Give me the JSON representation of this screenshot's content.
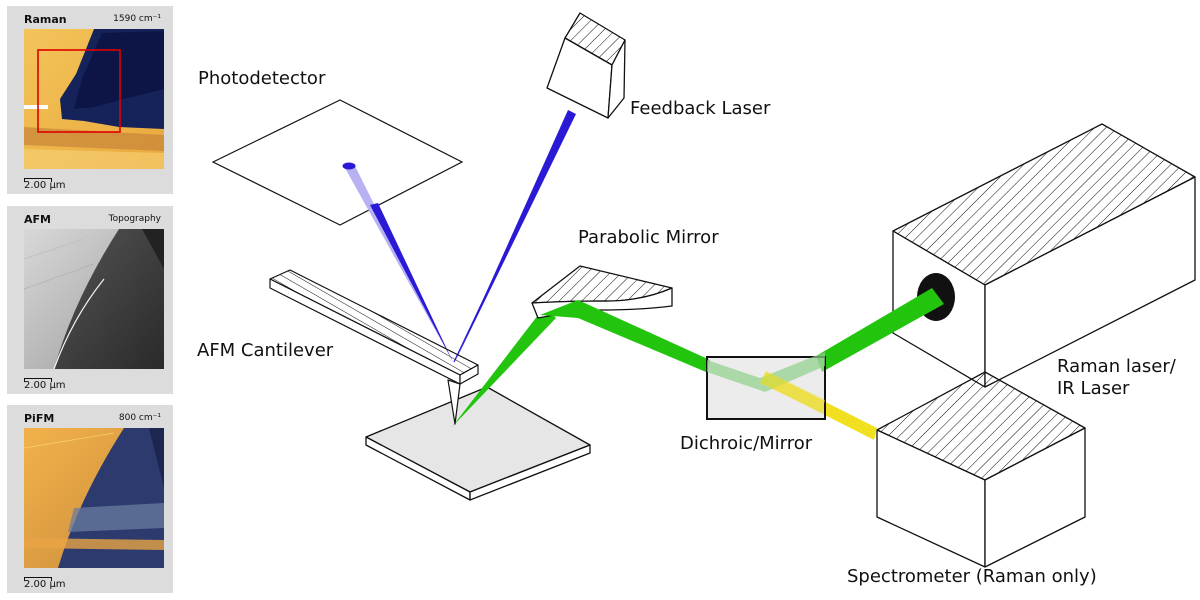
{
  "panels": [
    {
      "title": "Raman",
      "mode": "1590 cm⁻¹",
      "scale": "2.00 µm"
    },
    {
      "title": "AFM",
      "mode": "Topography",
      "scale": "2.00 µm"
    },
    {
      "title": "PiFM",
      "mode": "800 cm⁻¹",
      "scale": "2.00 µm"
    }
  ],
  "labels": {
    "photodetector": "Photodetector",
    "feedback_laser": "Feedback Laser",
    "parabolic_mirror": "Parabolic Mirror",
    "afm_cantilever": "AFM Cantilever",
    "dichroic": "Dichroic/Mirror",
    "raman_laser_line1": "Raman laser/",
    "raman_laser_line2": "IR Laser",
    "spectrometer": "Spectrometer (Raman only)"
  },
  "colors": {
    "feedback_beam": "#2a1ad6",
    "excitation_beam": "#22c40e",
    "signal_beam": "#f0e020",
    "panel_bg": "#dcdcdc"
  }
}
